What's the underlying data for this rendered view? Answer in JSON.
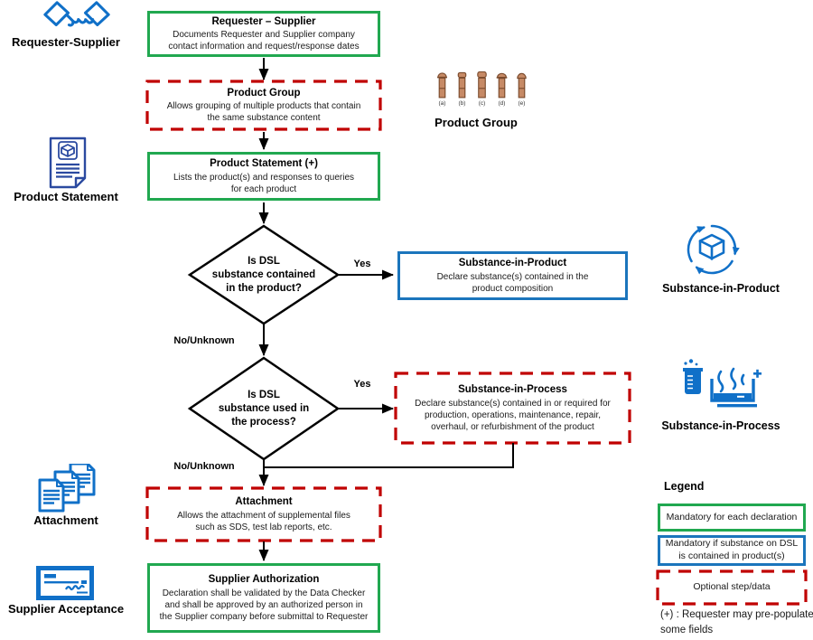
{
  "colors": {
    "green": "#21a850",
    "blue": "#1b75bc",
    "red": "#c00000",
    "icon_blue": "#1070c8",
    "navy": "#2b4aa0",
    "rivet": "#c68a66",
    "rivet_stroke": "#7a4a2c",
    "line": "#000000"
  },
  "boxes": {
    "requester_supplier": {
      "title": "Requester – Supplier",
      "lines": [
        "Documents Requester and Supplier company",
        "contact information and request/response dates"
      ]
    },
    "product_group": {
      "title": "Product Group",
      "lines": [
        "Allows grouping of multiple products that contain",
        "the same substance content"
      ]
    },
    "product_statement": {
      "title": "Product Statement (+)",
      "lines": [
        "Lists the product(s) and responses to queries",
        "for each product"
      ]
    },
    "substance_in_product": {
      "title": "Substance-in-Product",
      "lines": [
        "Declare substance(s) contained in the",
        "product composition"
      ]
    },
    "substance_in_process": {
      "title": "Substance-in-Process",
      "lines": [
        "Declare substance(s) contained in or required for",
        "production, operations, maintenance, repair,",
        "overhaul, or refurbishment of the product"
      ]
    },
    "attachment": {
      "title": "Attachment",
      "lines": [
        "Allows the attachment of supplemental files",
        "such as SDS, test lab reports, etc."
      ]
    },
    "supplier_authorization": {
      "title": "Supplier Authorization",
      "lines": [
        "Declaration shall be validated by the Data Checker",
        "and shall be approved by an authorized person in",
        "the Supplier company before submittal to Requester"
      ]
    }
  },
  "decisions": {
    "dsl_in_product": {
      "lines": [
        "Is DSL",
        "substance contained",
        "in the product?"
      ]
    },
    "dsl_in_process": {
      "lines": [
        "Is DSL",
        "substance used in",
        "the process?"
      ]
    }
  },
  "edge_labels": {
    "yes_product": "Yes",
    "yes_process": "Yes",
    "no_product": "No/Unknown",
    "no_process": "No/Unknown"
  },
  "side_labels": {
    "requester_supplier": "Requester-Supplier",
    "product_statement": "Product Statement",
    "attachment": "Attachment",
    "supplier_acceptance": "Supplier Acceptance",
    "product_group": "Product Group",
    "substance_in_product": "Substance-in-Product",
    "substance_in_process": "Substance-in-Process"
  },
  "product_group_variants": [
    "(a)",
    "(b)",
    "(c)",
    "(d)",
    "(e)"
  ],
  "legend": {
    "title": "Legend",
    "mandatory": "Mandatory for each declaration",
    "mandatory_dsl_lines": [
      "Mandatory if substance on DSL",
      "is contained in product(s)"
    ],
    "optional": "Optional step/data",
    "note_lines": [
      "(+) : Requester may pre-populate",
      "some fields"
    ]
  }
}
